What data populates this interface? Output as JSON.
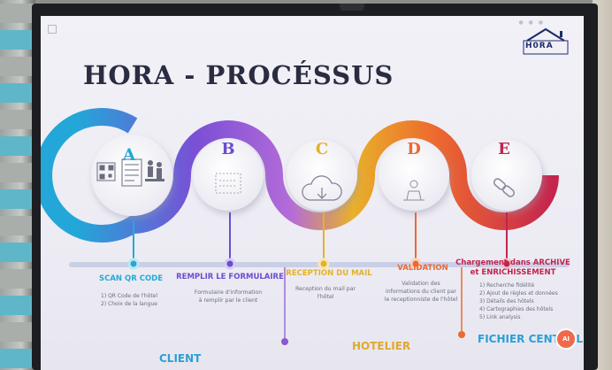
{
  "title": "HORA - PROCÉSSUS",
  "logo": {
    "text": "H0RA",
    "tagline": ""
  },
  "steps": [
    {
      "letter": "A",
      "label": "SCAN QR CODE",
      "color": "#27a9d6",
      "desc": [
        "1)  QR Code de l'hôtel",
        "2)  Choix de la langue"
      ]
    },
    {
      "letter": "B",
      "label": "REMPLIR LE FORMULAIRE",
      "color": "#6a4dd1",
      "desc": [
        "Formulaire d'information",
        "à remplir par le client"
      ]
    },
    {
      "letter": "C",
      "label": "RECEPTION DU MAIL",
      "color": "#e3b22a",
      "desc": [
        "Reception du mail par",
        "l'hôtel"
      ]
    },
    {
      "letter": "D",
      "label": "VALIDATION",
      "color": "#ea6a33",
      "desc": [
        "Validation des",
        "informations du client par",
        "le receptionniste de l'hôtel"
      ]
    },
    {
      "letter": "E",
      "label": "Chargement dans ARCHIVE",
      "label2": "et ENRICHISSEMENT",
      "color": "#c0264e",
      "desc": [
        "1)  Recherche fidélité",
        "2)  Ajout de règles et données",
        "3)  Détails des hôtels",
        "4)  Cartographies des hôtels",
        "5)  Link analysis"
      ]
    }
  ],
  "groups": {
    "client": "CLIENT",
    "hotelier": "HOTELIER",
    "fichier": "FICHIER CENTRAL"
  },
  "badge": "AI",
  "colors": {
    "client": "#2a9fd8",
    "hotelier": "#e0a92c",
    "fichier": "#2a9fd8",
    "title": "#2a2c42"
  }
}
